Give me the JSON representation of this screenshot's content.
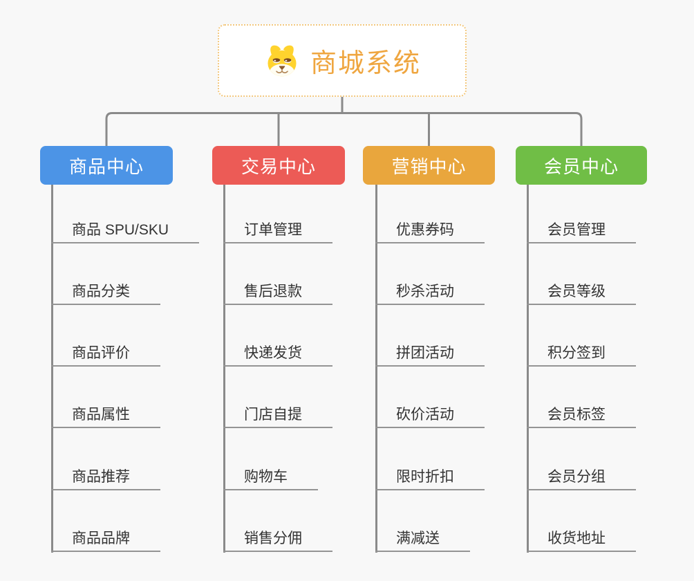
{
  "canvas": {
    "background": "#F8F8F8",
    "connector_color": "#8A8A8A",
    "leaf_text_color": "#333333",
    "leaf_underline_color": "#949494"
  },
  "root": {
    "label": "商城系统",
    "icon": "dog-face-icon",
    "title_color": "#EFA640",
    "border_color": "#F3C87E",
    "background": "#FFFFFF"
  },
  "branches": [
    {
      "label": "商品中心",
      "color": "#4C94E6",
      "children": [
        "商品 SPU/SKU",
        "商品分类",
        "商品评价",
        "商品属性",
        "商品推荐",
        "商品品牌"
      ]
    },
    {
      "label": "交易中心",
      "color": "#EC5B56",
      "children": [
        "订单管理",
        "售后退款",
        "快递发货",
        "门店自提",
        "购物车",
        "销售分佣"
      ]
    },
    {
      "label": "营销中心",
      "color": "#E9A63D",
      "children": [
        "优惠券码",
        "秒杀活动",
        "拼团活动",
        "砍价活动",
        "限时折扣",
        "满减送"
      ]
    },
    {
      "label": "会员中心",
      "color": "#70BE46",
      "children": [
        "会员管理",
        "会员等级",
        "积分签到",
        "会员标签",
        "会员分组",
        "收货地址"
      ]
    }
  ]
}
